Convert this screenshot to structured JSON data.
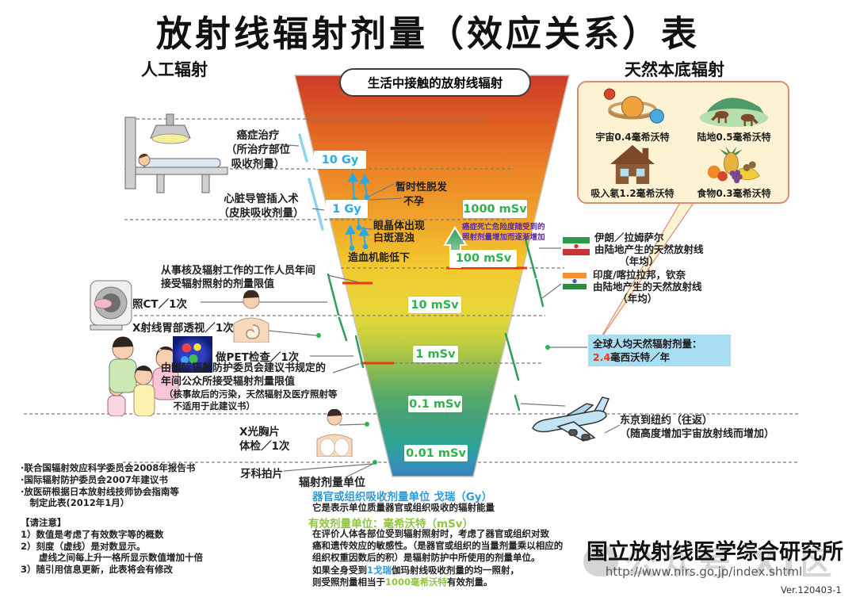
{
  "title": "放射线辐射剂量（效应关系）表",
  "headers": {
    "artificial": "人工辐射",
    "bubble": "生活中接触的放射线辐射",
    "natural": "天然本底辐射"
  },
  "funnel": {
    "scale_note": "对数刻度，虚线每格十倍",
    "levels": [
      {
        "label": "10 Gy"
      },
      {
        "label": "1 Gy"
      },
      {
        "label": "1000 mSv"
      },
      {
        "label": "100 mSv"
      },
      {
        "label": "10 mSv"
      },
      {
        "label": "1 mSv"
      },
      {
        "label": "0.1 mSv"
      },
      {
        "label": "0.01 mSv"
      }
    ],
    "effects": {
      "hair_loss": "暂时性脱发",
      "infertility": "不孕",
      "lens": "眼晶体出现\n白斑混浊",
      "hematopoietic": "造血机能低下",
      "cancer_risk": "癌症死亡危险度随受到的\n照射剂量增加而逐渐增加"
    }
  },
  "left_annotations": {
    "cancer_therapy": "癌症治疗\n（所治疗部位\n吸收剂量）",
    "cardiac": "心脏导管插入术\n（皮肤吸收剂量）",
    "worker_limit": "从事核及辐射工作的工作人员年间\n接受辐射照射的剂量限值",
    "ct": "照CT／1次",
    "stomach_xray": "X射线胃部透视／1次",
    "pet": "做PET检查／1次",
    "public_limit": "由国际辐射防护委员会建议书规定的\n年间公众所接受辐射剂量限值",
    "public_limit_note": "（核事故后的污染，天然辐射及医疗照射等\n　不适用于此建议书）",
    "chest_xray": "X光胸片\n体检／1次",
    "dental": "牙科拍片"
  },
  "natural_panel": {
    "items": [
      {
        "icon": "planets-icon",
        "label": "宇宙0.4毫希沃特"
      },
      {
        "icon": "meadow-horses-icon",
        "label": "陆地0.5毫希沃特"
      },
      {
        "icon": "house-icon",
        "label": "吸入氡1.2毫希沃特"
      },
      {
        "icon": "fruits-icon",
        "label": "食物0.3毫希沃特"
      }
    ]
  },
  "regions": {
    "iran": "伊朗／拉姆萨尔\n由陆地产生的天然放射线\n　　　（年均）",
    "india": "印度/喀拉拉邦，钦奈\n由陆地产生的天然放射线\n　　　（年均）"
  },
  "global_average": {
    "prefix": "全球人均天然辐射剂量：",
    "value": "2.4",
    "suffix": "毫西沃特／年"
  },
  "flight": "东京到纽约（往返）\n（随高度增加宇宙放射线而增加）",
  "units": {
    "title": "辐射剂量单位",
    "gy_title": "器官或组织吸收剂量单位 戈瑞（Gy）",
    "gy_desc": "它是表示单位质量器官或组织吸收的辐射能量",
    "msv_title": "有效剂量单位：毫希沃特（mSv）",
    "body": [
      "在评价人体各部位受到辐射照射时，考虑了器官或组织对致\n癌和遗传效应的敏感性。（是器官或组织的当量剂量乘以相应的\n组织权重因数后的积）是辐射防护中所使用的剂量单位。\n如果全身受到",
      "1戈瑞",
      "伽玛射线吸收剂量的均一照射，\n则受照剂量相当于",
      "1000毫希沃特",
      "有效剂量。"
    ]
  },
  "sources": "·联合国辐射效应科学委员会2008年报告书\n·国际辐射防护委员会2007年建议书\n·放医研根据日本放射线技师协会指南等\n　制定此表(2012年1月）",
  "notes": "【请注意】\n1）数值是考虑了有效数字等的概数\n2）刻度（虚线）是对数显示。\n　　虚线之间每上升一格所显示数值增加十倍\n3）随引用信息更新，此表将会有修改",
  "footer": {
    "institute": "国立放射线医学综合研究所",
    "url": "http://www.nirs.go.jp/index.shtml",
    "version": "Ver.120403-1",
    "watermark": "公众号 XI区"
  },
  "colors": {
    "gy_label": "#29abe2",
    "msv_label": "#2eb24c",
    "dose_line_red": "#e8380d",
    "risk_purple": "#5b2c9e",
    "global_box_bg": "#a9ddf1",
    "panel_bg": "#fdf3d3",
    "panel_border": "#d98d76",
    "funnel_top": "#cc3a28",
    "funnel_bottom": "#3a7fc0"
  }
}
